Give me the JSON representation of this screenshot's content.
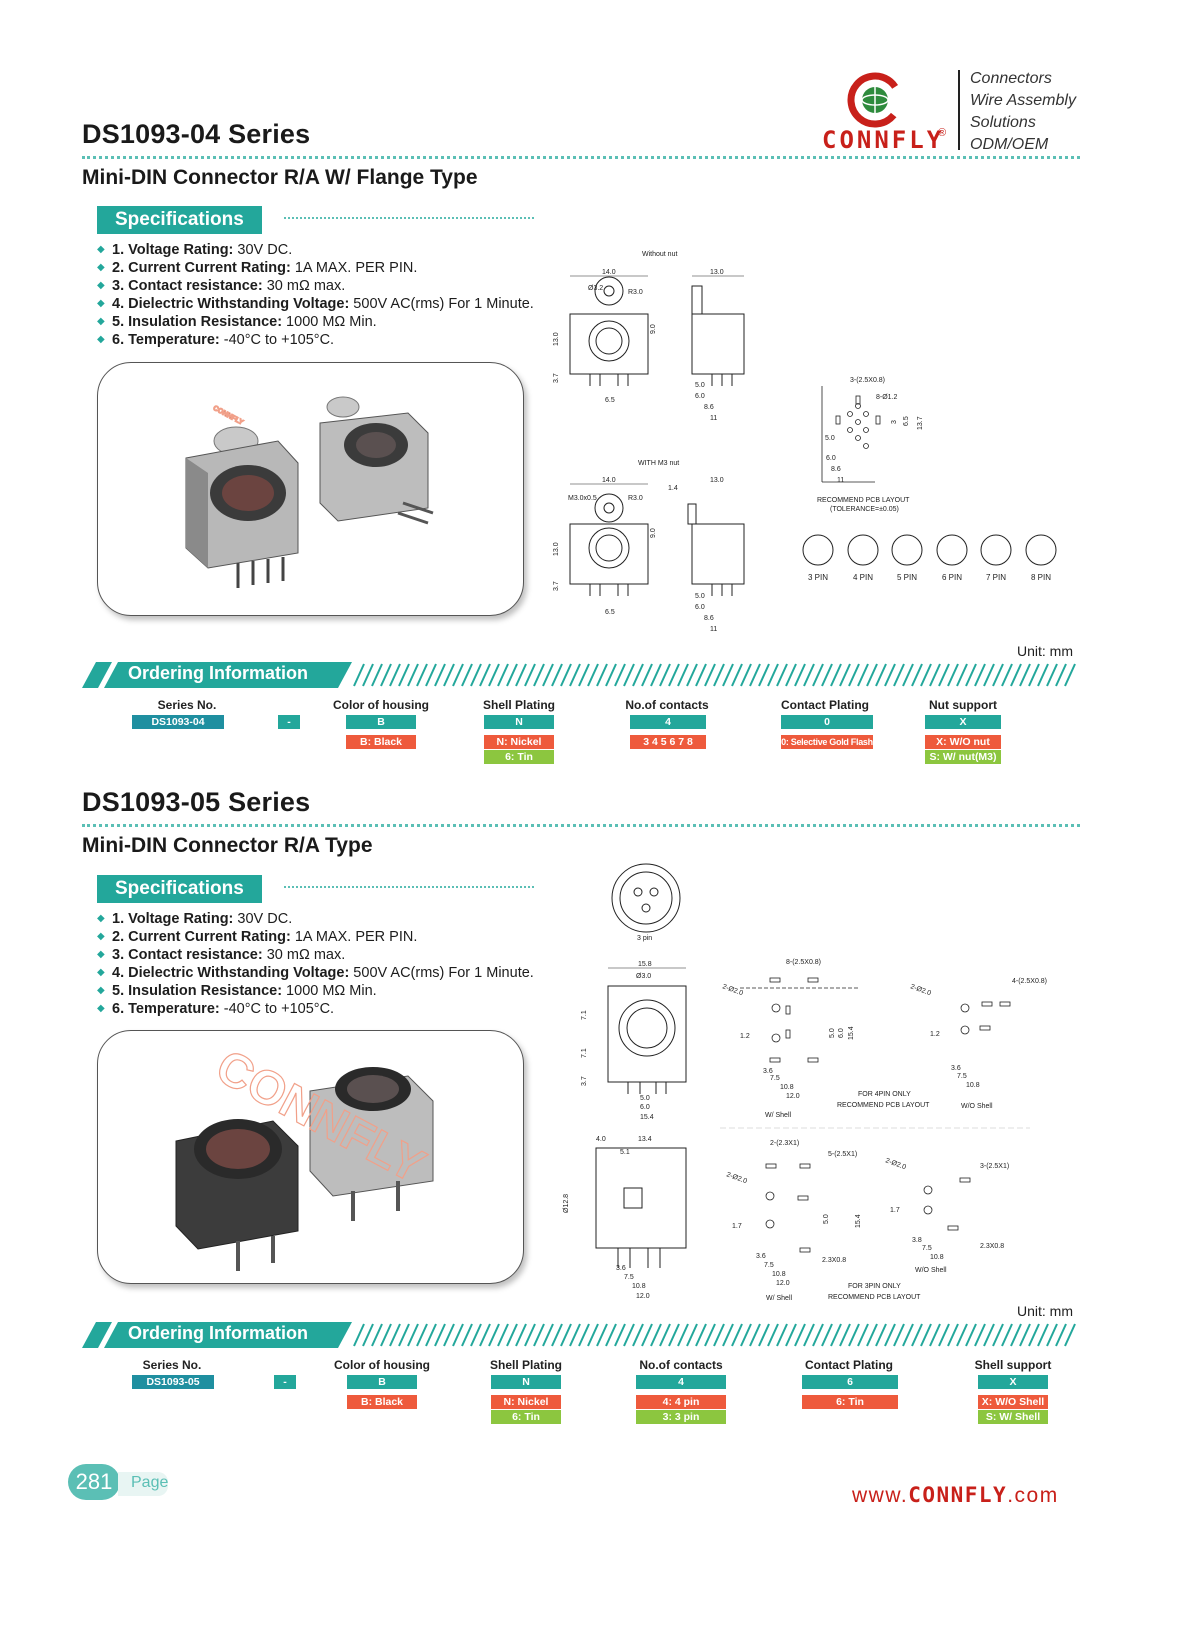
{
  "header": {
    "series_title": "DS1093-04 Series",
    "subtitle": "Mini-DIN Connector R/A W/ Flange Type",
    "logo_text": "CONNFLY",
    "taglines": [
      "Connectors",
      "Wire Assembly",
      "Solutions",
      "ODM/OEM"
    ]
  },
  "section1": {
    "spec_tab": "Specifications",
    "specs": [
      {
        "label": "1. Voltage Rating:",
        "value": " 30V DC."
      },
      {
        "label": "2. Current Current Rating:",
        "value": " 1A MAX. PER PIN."
      },
      {
        "label": "3. Contact resistance:",
        "value": " 30 mΩ  max."
      },
      {
        "label": "4. Dielectric Withstanding Voltage:",
        "value": " 500V AC(rms) For 1 Minute."
      },
      {
        "label": "5. Insulation  Resistance:",
        "value": " 1000 MΩ Min."
      },
      {
        "label": "6. Temperature:",
        "value": " -40°C to +105°C."
      }
    ],
    "watermark": "CONNFLY",
    "drawing": {
      "without_nut": "Without nut",
      "with_nut": "WITH M3 nut",
      "recommend": "RECOMMEND PCB LAYOUT",
      "tolerance": "(TOLERANCE=±0.05)",
      "pin_labels": [
        "3 PIN",
        "4 PIN",
        "5 PIN",
        "6 PIN",
        "7 PIN",
        "8 PIN"
      ]
    },
    "unit": "Unit: mm",
    "ordering_title": "Ordering Information",
    "ordering": {
      "series": {
        "head": "Series No.",
        "code": "DS1093-04"
      },
      "dash": "-",
      "columns": [
        {
          "head": "Color of housing",
          "code": "B",
          "options": [
            {
              "text": "B: Black",
              "color": "red"
            }
          ]
        },
        {
          "head": "Shell Plating",
          "code": "N",
          "options": [
            {
              "text": "N: Nickel",
              "color": "red"
            },
            {
              "text": "6: Tin",
              "color": "green"
            }
          ]
        },
        {
          "head": "No.of contacts",
          "code": "4",
          "options": [
            {
              "text": "3  4  5  6  7  8",
              "color": "red"
            }
          ]
        },
        {
          "head": "Contact Plating",
          "code": "0",
          "options": [
            {
              "text": "0: Selective Gold Flash",
              "color": "red"
            }
          ]
        },
        {
          "head": "Nut support",
          "code": "X",
          "options": [
            {
              "text": "X: W/O nut",
              "color": "red"
            },
            {
              "text": "S: W/ nut(M3)",
              "color": "green"
            }
          ]
        }
      ]
    }
  },
  "section2": {
    "series_title": "DS1093-05 Series",
    "subtitle": "Mini-DIN Connector R/A Type",
    "spec_tab": "Specifications",
    "specs": [
      {
        "label": "1. Voltage Rating:",
        "value": " 30V DC."
      },
      {
        "label": "2. Current Current Rating:",
        "value": " 1A MAX. PER PIN."
      },
      {
        "label": "3. Contact resistance:",
        "value": " 30 mΩ  max."
      },
      {
        "label": "4. Dielectric Withstanding Voltage:",
        "value": " 500V AC(rms) For 1 Minute."
      },
      {
        "label": "5. Insulation  Resistance:",
        "value": " 1000 MΩ Min."
      },
      {
        "label": "6. Temperature:",
        "value": " -40°C to +105°C."
      }
    ],
    "watermark": "CONNFLY",
    "drawing": {
      "pin3": "3 pin",
      "for4pin": "FOR 4PIN ONLY",
      "recommend": "RECOMMEND PCB LAYOUT",
      "w_shell": "W/ Shell",
      "wo_shell": "W/O Shell",
      "for3pin": "FOR 3PIN ONLY"
    },
    "unit": "Unit: mm",
    "ordering_title": "Ordering Information",
    "ordering": {
      "series": {
        "head": "Series No.",
        "code": "DS1093-05"
      },
      "dash": "-",
      "columns": [
        {
          "head": "Color of housing",
          "code": "B",
          "options": [
            {
              "text": "B: Black",
              "color": "red"
            }
          ]
        },
        {
          "head": "Shell Plating",
          "code": "N",
          "options": [
            {
              "text": "N: Nickel",
              "color": "red"
            },
            {
              "text": "6: Tin",
              "color": "green"
            }
          ]
        },
        {
          "head": "No.of contacts",
          "code": "4",
          "options": [
            {
              "text": "4: 4 pin",
              "color": "red"
            },
            {
              "text": "3: 3 pin",
              "color": "green"
            }
          ]
        },
        {
          "head": "Contact Plating",
          "code": "6",
          "options": [
            {
              "text": "6: Tin",
              "color": "red"
            }
          ]
        },
        {
          "head": "Shell support",
          "code": "X",
          "options": [
            {
              "text": "X: W/O Shell",
              "color": "red"
            },
            {
              "text": "S: W/ Shell",
              "color": "green"
            }
          ]
        }
      ]
    }
  },
  "footer": {
    "page_number": "281",
    "page_word": "Page",
    "website_prefix": "www.",
    "website_brand": "CONNFLY",
    "website_suffix": ".com"
  }
}
